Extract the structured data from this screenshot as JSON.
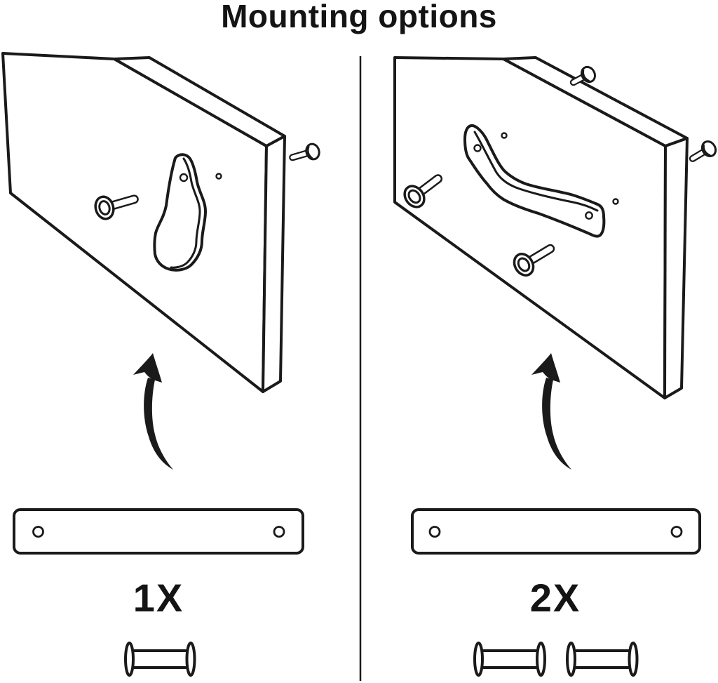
{
  "title": "Mounting options",
  "colors": {
    "line": "#1a1a1a",
    "background": "#ffffff"
  },
  "options": [
    {
      "name": "single-screw-mount",
      "bracket": "hook-bracket",
      "count_label": "1X",
      "hardware_icon": "barrel-screw",
      "hardware_icon_count": 1
    },
    {
      "name": "double-screw-mount",
      "bracket": "wave-bracket",
      "count_label": "2X",
      "hardware_icon": "barrel-screw",
      "hardware_icon_count": 2
    }
  ]
}
